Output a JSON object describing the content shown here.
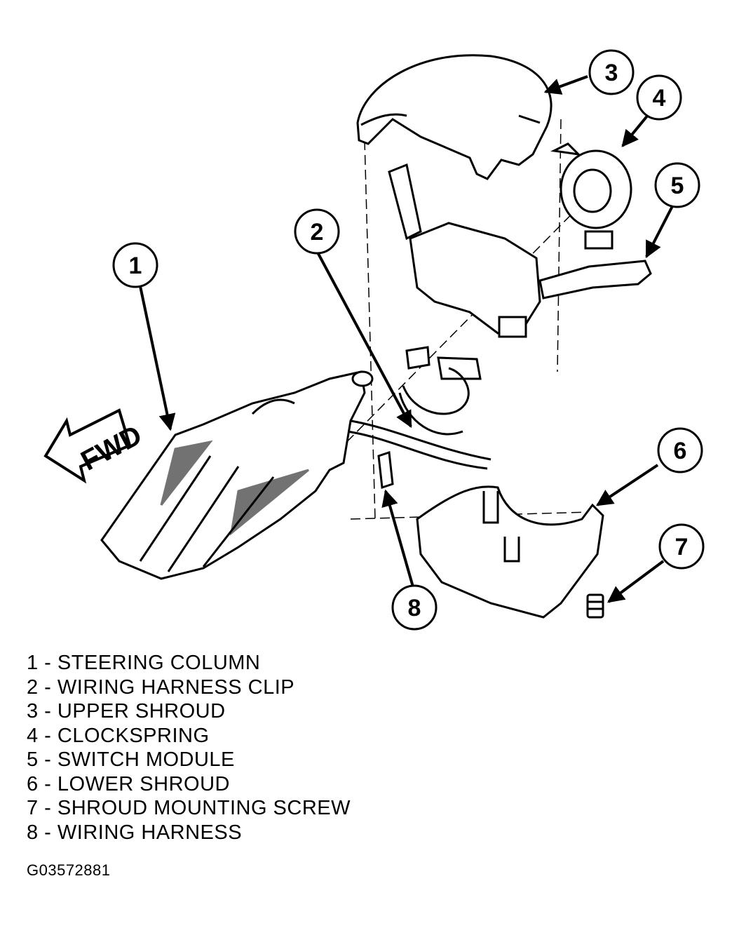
{
  "diagram": {
    "fwd_label": "FWD",
    "callouts": [
      "1",
      "2",
      "3",
      "4",
      "5",
      "6",
      "7",
      "8"
    ]
  },
  "legend": [
    "1 - STEERING COLUMN",
    "2 - WIRING HARNESS CLIP",
    "3 - UPPER SHROUD",
    "4 - CLOCKSPRING",
    "5 - SWITCH MODULE",
    "6 - LOWER SHROUD",
    "7 - SHROUD MOUNTING SCREW",
    "8 - WIRING HARNESS"
  ],
  "figure_id": "G03572881"
}
